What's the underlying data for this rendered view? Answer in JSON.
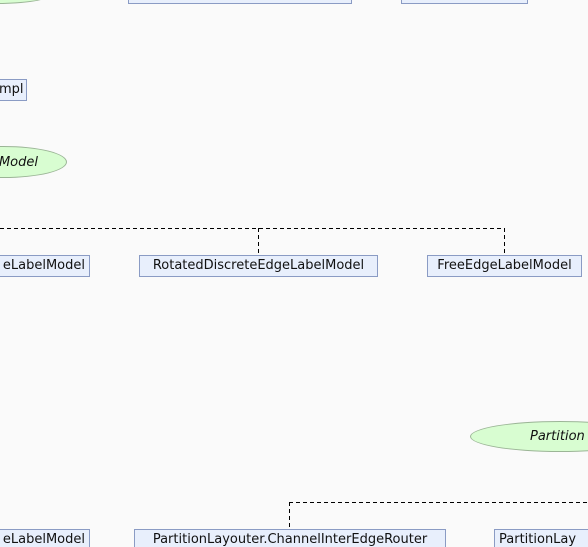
{
  "nodes": {
    "impl_partial": "mpl",
    "edge_model_left": "eLabelModel",
    "rotated_discrete": "RotatedDiscreteEdgeLabelModel",
    "free_edge": "FreeEdgeLabelModel",
    "edge_model_bottom_left": "eLabelModel",
    "channel_router": "PartitionLayouter.ChannelInterEdgeRouter",
    "partition_lay": "PartitionLay"
  },
  "ellipses": {
    "model_interface": "Model",
    "partition_interface": "Partition"
  },
  "colors": {
    "background": "#fafafa",
    "class_fill": "#e8effc",
    "class_border": "#8a9bc4",
    "interface_fill": "#d8fdd1",
    "interface_border": "#9bb596"
  }
}
